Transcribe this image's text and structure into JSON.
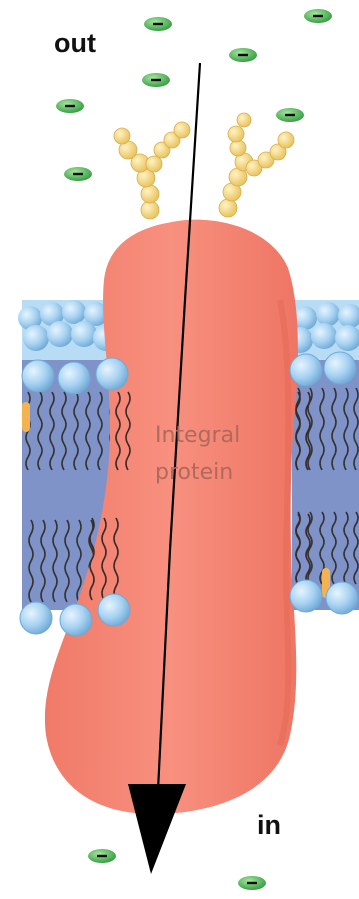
{
  "labels": {
    "outside": "out",
    "inside": "in",
    "protein_line1": "Integral",
    "protein_line2": "protein"
  },
  "colors": {
    "protein": "#f58a78",
    "protein_shadow": "#e9705f",
    "bilayer_core": "#7f93c8",
    "lipid_head": "#a9d3f2",
    "lipid_head_edge": "#6fa9d6",
    "lipid_tail": "#3a3a3a",
    "glycan": "#f5d77c",
    "ion": "#4fb85a",
    "arrow": "#000000"
  },
  "icons": {
    "ion": "negative-ion-icon",
    "glycan": "carbohydrate-chain-icon"
  }
}
